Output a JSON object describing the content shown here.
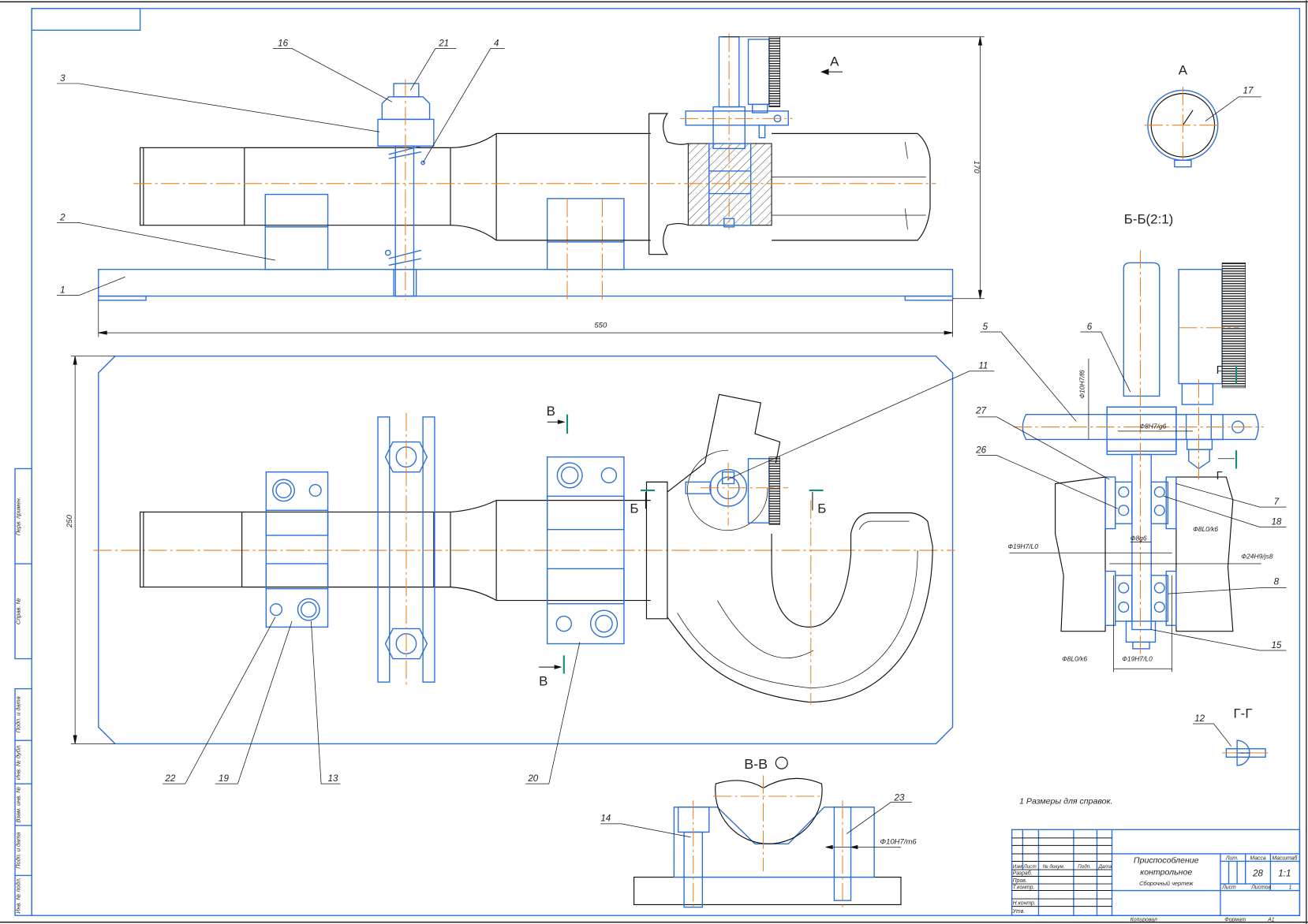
{
  "colors": {
    "frame": "#2a6fd6",
    "outline": "#111111",
    "centerline": "#e8801e",
    "section_mark": "#178a78"
  },
  "side_stamp": [
    "Перв. примен.",
    "Справ. №",
    "Подп. и дата",
    "Инв. № дубл.",
    "Взам. инв. №",
    "Подп. и дата",
    "Инв. № подл."
  ],
  "views": {
    "view_a_arrow": "А",
    "view_a_title": "А",
    "section_bb_title": "Б-Б(2:1)",
    "section_vv_title": "В-В",
    "section_gg_title": "Г-Г",
    "mark_b": "Б",
    "mark_v": "В",
    "mark_g": "Г"
  },
  "dimensions": {
    "length": "550",
    "height": "170",
    "width": "250",
    "fit_handle": "Ф10H7/f6",
    "fit_arm": "Ф8H7/g6",
    "fit_bearing_top": "Ф8L0/k6",
    "fit_shaft": "Ф8g6",
    "fit_housing_left": "Ф19H7/L0",
    "fit_housing_right": "Ф24H9/js8",
    "fit_bearing_bottom": "Ф8L0/k6",
    "fit_housing_bottom": "Ф19H7/L0",
    "fit_pin": "Ф10H7/m6"
  },
  "callouts": {
    "c1": "1",
    "c2": "2",
    "c3": "3",
    "c4": "4",
    "c5": "5",
    "c6": "6",
    "c7": "7",
    "c8": "8",
    "c11": "11",
    "c12": "12",
    "c13": "13",
    "c14": "14",
    "c15": "15",
    "c16": "16",
    "c17": "17",
    "c18": "18",
    "c19": "19",
    "c20": "20",
    "c21": "21",
    "c22": "22",
    "c23": "23",
    "c26": "26",
    "c27": "27"
  },
  "note": "1 Размеры для справок.",
  "title_block": {
    "headers": [
      "Изм.",
      "Лист",
      "№ докум.",
      "Подп.",
      "Дата"
    ],
    "roles": [
      "Разраб.",
      "Пров.",
      "Т.контр.",
      "",
      "Н.контр.",
      "Утв."
    ],
    "name_line1": "Приспособление",
    "name_line2": "контрольное",
    "doc_type": "Сборочный чертеж",
    "lit_label": "Лит.",
    "mass_label": "Масса",
    "scale_label": "Масштаб",
    "mass": "28",
    "scale": "1:1",
    "sheet_label": "Лист",
    "sheets_label": "Листов",
    "sheets": "1",
    "copied": "Копировал",
    "format_label": "Формат",
    "format": "A1"
  }
}
